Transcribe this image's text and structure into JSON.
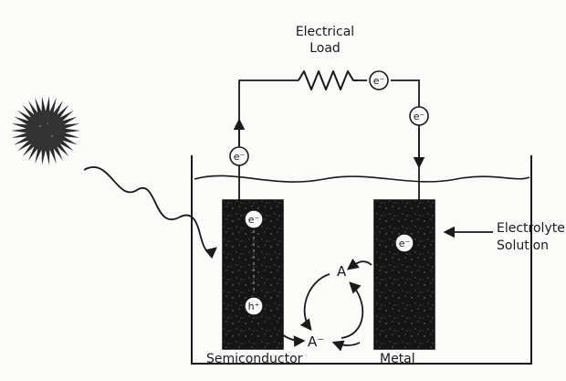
{
  "labels": {
    "load_line1": "Electrical",
    "load_line2": "Load",
    "electrolyte_line1": "Electrolyte",
    "electrolyte_line2": "Solution",
    "semiconductor": "Semiconductor",
    "metal": "Metal"
  },
  "particles": {
    "electron": "e⁻",
    "hole": "h⁺"
  },
  "ions": {
    "neutral": "A",
    "anion": "A⁻"
  },
  "colors": {
    "ink": "#1a1a1a",
    "electrode": "#161616",
    "sun": "#2a2a2a",
    "paper": "#fbfbf9"
  }
}
